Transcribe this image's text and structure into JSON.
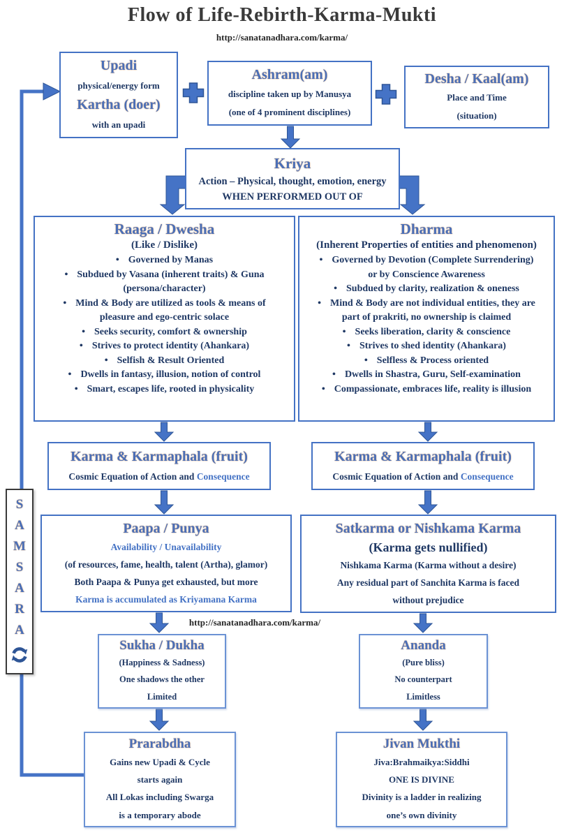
{
  "page": {
    "title": "Flow of Life-Rebirth-Karma-Mukti",
    "url_top": "http://sanatanadhara.com/karma/",
    "url_mid": "http://sanatanadhara.com/karma/"
  },
  "colors": {
    "box_border_blue": "#4472c4",
    "box_border_light": "#6b92d4",
    "heading_blue": "#4a6fb8",
    "heading_glow_orange": "#c87830",
    "body_navy": "#1f3864",
    "accent_blue_text": "#4472c4",
    "arrow_fill": "#4573c6",
    "arrow_outline": "#2e5596",
    "title_gray": "#3a3a3a",
    "samsara_border": "#3a3a3a"
  },
  "icons": {
    "plus": "plus-icon",
    "down_arrow": "down-arrow-icon",
    "elbow_arrow": "elbow-arrow-icon",
    "loop": "loop-line",
    "samsara_cycle": "cycle-arrows-icon",
    "bullet": "bullet-dot-icon"
  },
  "samsara": {
    "letters": [
      "S",
      "A",
      "M",
      "S",
      "A",
      "R",
      "A"
    ]
  },
  "boxes": {
    "upadi": {
      "title1": "Upadi",
      "line1": "physical/energy form",
      "title2": "Kartha (doer)",
      "line2": "with an upadi"
    },
    "ashram": {
      "title": "Ashram(am)",
      "line1": "discipline taken up by Manusya",
      "line2": "(one of 4 prominent disciplines)"
    },
    "desha": {
      "title": "Desha / Kaal(am)",
      "line1": "Place and Time",
      "line2": "(situation)"
    },
    "kriya": {
      "title": "Kriya",
      "line1": "Action – Physical, thought, emotion, energy",
      "line2": "WHEN PERFORMED OUT OF"
    },
    "raaga": {
      "title": "Raaga / Dwesha",
      "subtitle": "(Like / Dislike)",
      "bullets": [
        [
          "Governed by Manas"
        ],
        [
          "Subdued by Vasana (inherent traits) & Guna",
          "(persona/character)"
        ],
        [
          "Mind & Body are utilized as tools & means of",
          "pleasure and ego-centric solace"
        ],
        [
          "Seeks security, comfort & ownership"
        ],
        [
          "Strives to protect identity (Ahankara)"
        ],
        [
          "Selfish & Result Oriented"
        ],
        [
          "Dwells in fantasy, illusion, notion of control"
        ],
        [
          "Smart, escapes life, rooted in physicality"
        ]
      ]
    },
    "dharma": {
      "title": "Dharma",
      "subtitle": "(Inherent Properties of entities and phenomenon)",
      "bullets": [
        [
          "Governed by Devotion (Complete Surrendering)",
          "or by Conscience Awareness"
        ],
        [
          "Subdued by clarity, realization & oneness"
        ],
        [
          "Mind & Body are not individual entities, they are",
          "part of prakriti, no ownership is claimed"
        ],
        [
          "Seeks liberation, clarity & conscience"
        ],
        [
          "Strives to shed identity (Ahankara)"
        ],
        [
          "Selfless & Process oriented"
        ],
        [
          "Dwells in Shastra, Guru, Self-examination"
        ],
        [
          "Compassionate, embraces life, reality is illusion"
        ]
      ]
    },
    "karma_left": {
      "title": "Karma & Karmaphala (fruit)",
      "sub_dark": "Cosmic Equation of Action and ",
      "sub_blue": "Consequence"
    },
    "karma_right": {
      "title": "Karma & Karmaphala (fruit)",
      "sub_dark": "Cosmic Equation of Action and ",
      "sub_blue": "Consequence"
    },
    "paapa": {
      "title": "Paapa / Punya",
      "line_blue1": "Availability / Unavailability",
      "line2": "(of resources, fame, health, talent (Artha), glamor)",
      "line3": "Both Paapa & Punya get exhausted, but more",
      "line_blue2": "Karma is accumulated as Kriyamana Karma"
    },
    "satkarma": {
      "title": "Satkarma or Nishkama Karma",
      "subtitle": "(Karma gets nullified)",
      "line1": "Nishkama Karma (Karma without a desire)",
      "line2": "Any residual part of Sanchita Karma is faced",
      "line3": "without prejudice"
    },
    "sukha": {
      "title": "Sukha / Dukha",
      "line1": "(Happiness & Sadness)",
      "line2": "One shadows the other",
      "line3": "Limited"
    },
    "ananda": {
      "title": "Ananda",
      "line1": "(Pure bliss)",
      "line2": "No counterpart",
      "line3": "Limitless"
    },
    "prarabdha": {
      "title": "Prarabdha",
      "line1": "Gains new Upadi & Cycle",
      "line2": "starts again",
      "line3": "All Lokas including Swarga",
      "line4": "is a temporary abode"
    },
    "jivan": {
      "title": "Jivan Mukthi",
      "line1": "Jiva:Brahmaikya:Siddhi",
      "line2": "ONE IS DIVINE",
      "line3": "Divinity is a ladder in realizing",
      "line4": "one’s own divinity"
    }
  }
}
